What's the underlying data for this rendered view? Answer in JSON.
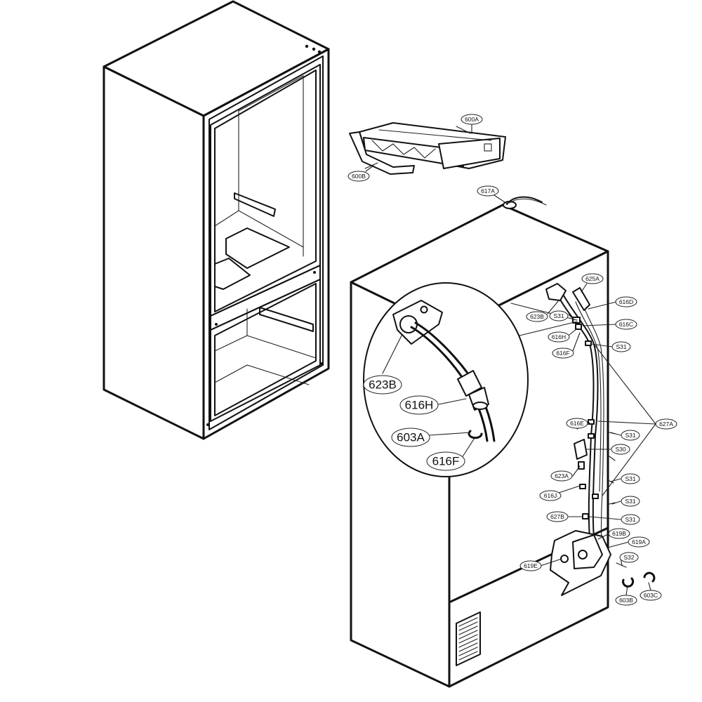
{
  "labels": {
    "l600A": "600A",
    "l600B": "600B",
    "l617A": "617A",
    "l625A": "625A",
    "l623B": "623B",
    "lS31a": "S31",
    "l616D": "616D",
    "l616C": "616C",
    "l616H": "616H",
    "l616F": "616F",
    "lS31b": "S31",
    "l627A": "627A",
    "l616E": "616E",
    "lS31c": "S31",
    "lS30": "S30",
    "l623A": "623A",
    "lS31d": "S31",
    "l616J": "616J",
    "lS31e": "S31",
    "l627B": "627B",
    "lS31f": "S31",
    "l619B": "619B",
    "l619A": "619A",
    "lS32": "S32",
    "l619E": "619E",
    "l603B": "603B",
    "l603C": "603C",
    "z623B": "623B",
    "z616H": "616H",
    "z603A": "603A",
    "z616F": "616F"
  }
}
